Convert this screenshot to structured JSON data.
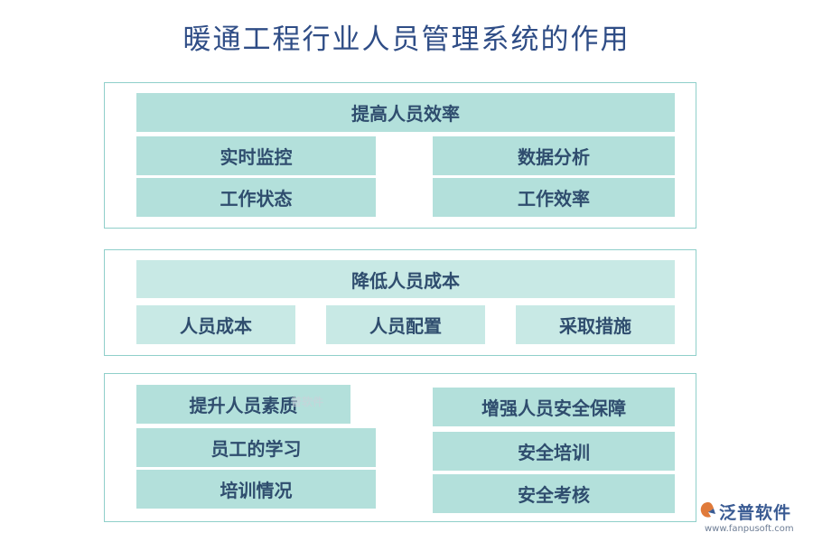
{
  "title": "暖通工程行业人员管理系统的作用",
  "section1": {
    "header": "提高人员效率",
    "items": [
      "实时监控",
      "数据分析",
      "工作状态",
      "工作效率"
    ]
  },
  "section2": {
    "header": "降低人员成本",
    "items": [
      "人员成本",
      "人员配置",
      "采取措施"
    ]
  },
  "section3": {
    "left_header": "提升人员素质",
    "left_items": [
      "员工的学习",
      "培训情况"
    ],
    "right_header": "增强人员安全保障",
    "right_items": [
      "安全培训",
      "安全考核"
    ]
  },
  "watermark": "普软件",
  "logo": {
    "name": "泛普软件",
    "url": "www.fanpusoft.com"
  },
  "colors": {
    "box": "#b3e0db",
    "box_light": "#c8e9e5",
    "border": "#8fcfca",
    "title": "#2f4d86"
  }
}
